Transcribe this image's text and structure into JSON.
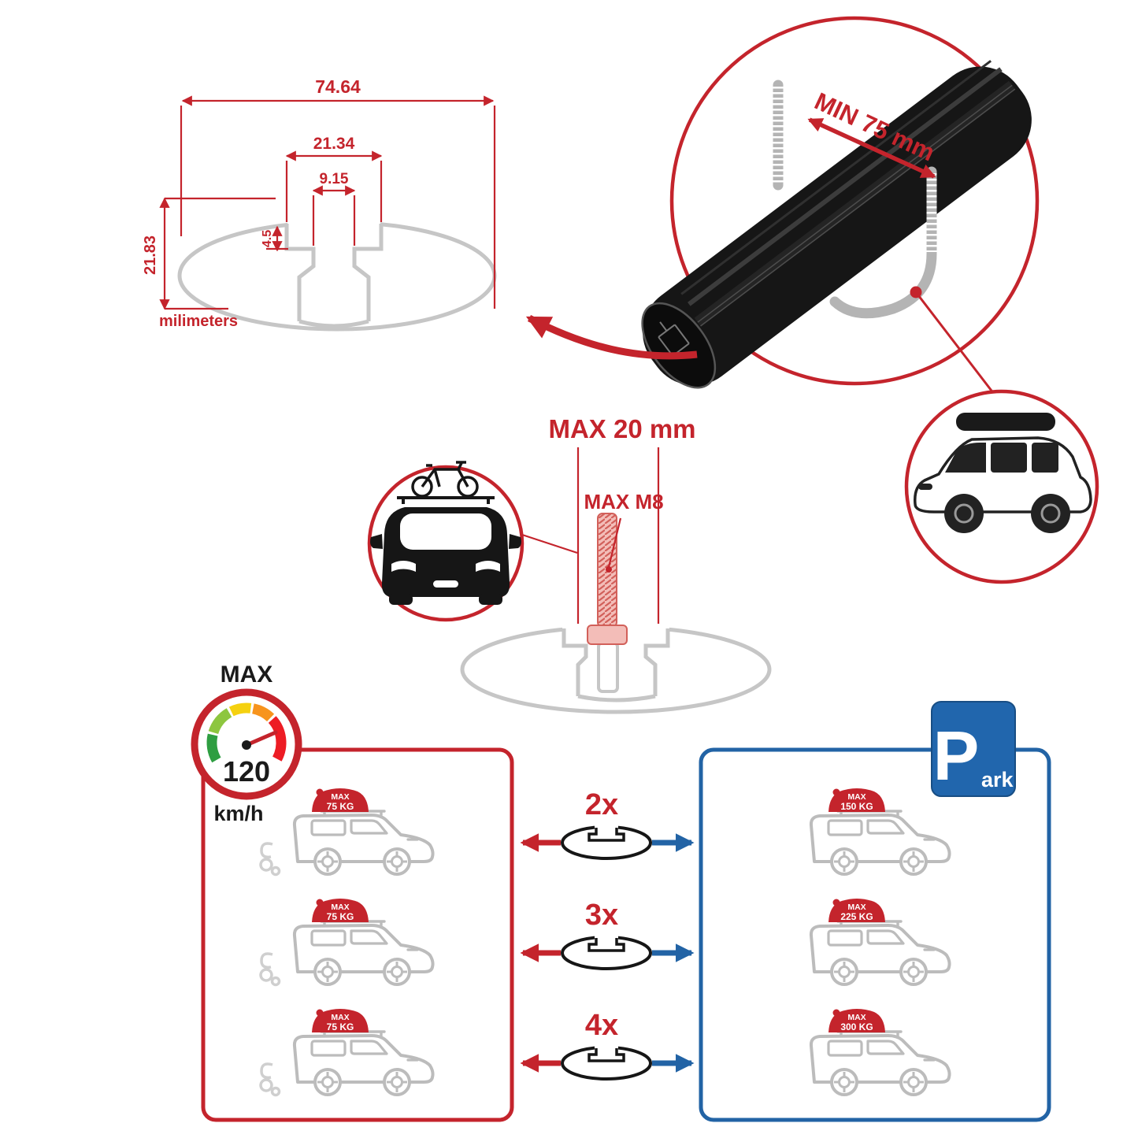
{
  "colors": {
    "red": "#c4242c",
    "blue": "#2263a5",
    "sign_blue": "#2166ad",
    "gray": "#bcbcbc",
    "black": "#161616"
  },
  "technical_drawing": {
    "dim_total_width": "74.64",
    "dim_opening_width": "21.34",
    "dim_slot_width": "9.15",
    "dim_recess_depth": "4.5",
    "dim_height": "21.83",
    "unit_label": "milimeters"
  },
  "zoom_detail": {
    "min_spacing_label": "MIN 75 mm"
  },
  "bolt_spec": {
    "max_length_label": "MAX 20 mm",
    "max_thread_label": "MAX M8"
  },
  "speed_limit": {
    "title": "MAX",
    "value": "120",
    "unit": "km/h"
  },
  "driving_panel": {
    "cars": [
      {
        "tag": "MAX",
        "load": "75 KG"
      },
      {
        "tag": "MAX",
        "load": "75 KG"
      },
      {
        "tag": "MAX",
        "load": "75 KG"
      }
    ]
  },
  "parking_panel": {
    "sign_letter": "P",
    "sign_suffix": "ark",
    "cars": [
      {
        "tag": "MAX",
        "load": "150 KG"
      },
      {
        "tag": "MAX",
        "load": "225 KG"
      },
      {
        "tag": "MAX",
        "load": "300 KG"
      }
    ]
  },
  "connectors": [
    {
      "count": "2x"
    },
    {
      "count": "3x"
    },
    {
      "count": "4x"
    }
  ]
}
